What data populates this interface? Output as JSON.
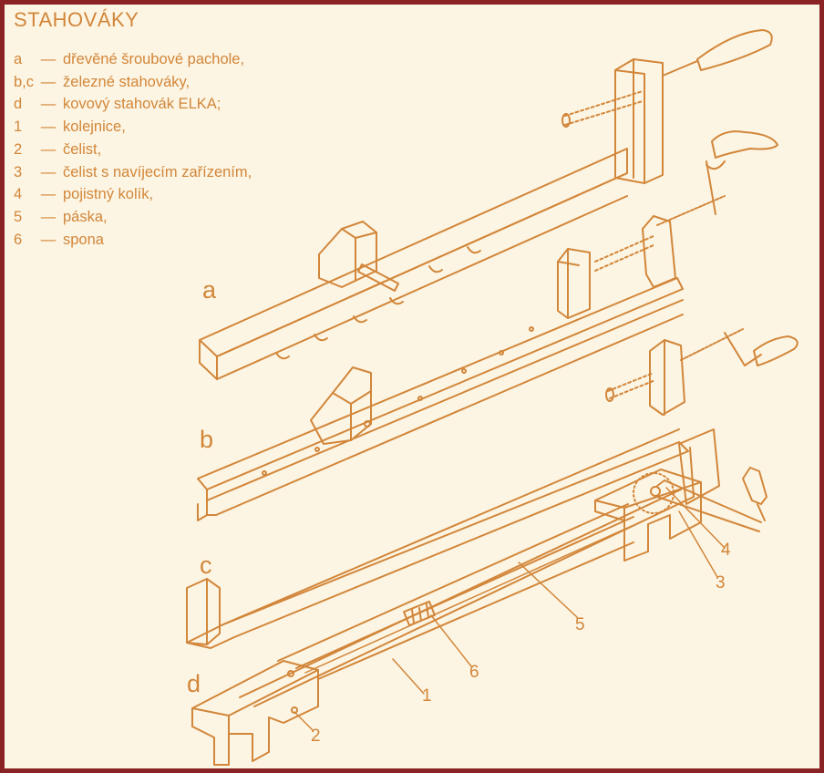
{
  "title": "STAHOVÁKY",
  "legend": [
    {
      "key": "a",
      "text": "dřevěné šroubové pachole,"
    },
    {
      "key": "b,c",
      "text": "železné stahováky,"
    },
    {
      "key": "d",
      "text": "kovový stahovák ELKA;"
    },
    {
      "key": "1",
      "text": "kolejnice,"
    },
    {
      "key": "2",
      "text": "čelist,"
    },
    {
      "key": "3",
      "text": "čelist s navíjecím zařízením,"
    },
    {
      "key": "4",
      "text": "pojistný kolík,"
    },
    {
      "key": "5",
      "text": "páska,"
    },
    {
      "key": "6",
      "text": "spona"
    }
  ],
  "dash": "—",
  "figure_labels": {
    "a": "a",
    "b": "b",
    "c": "c",
    "d": "d"
  },
  "part_labels": {
    "p1": "1",
    "p2": "2",
    "p3": "3",
    "p4": "4",
    "p5": "5",
    "p6": "6"
  },
  "colors": {
    "border": "#8a2424",
    "ink": "#d2863a",
    "paper": "#fcf5e3"
  }
}
